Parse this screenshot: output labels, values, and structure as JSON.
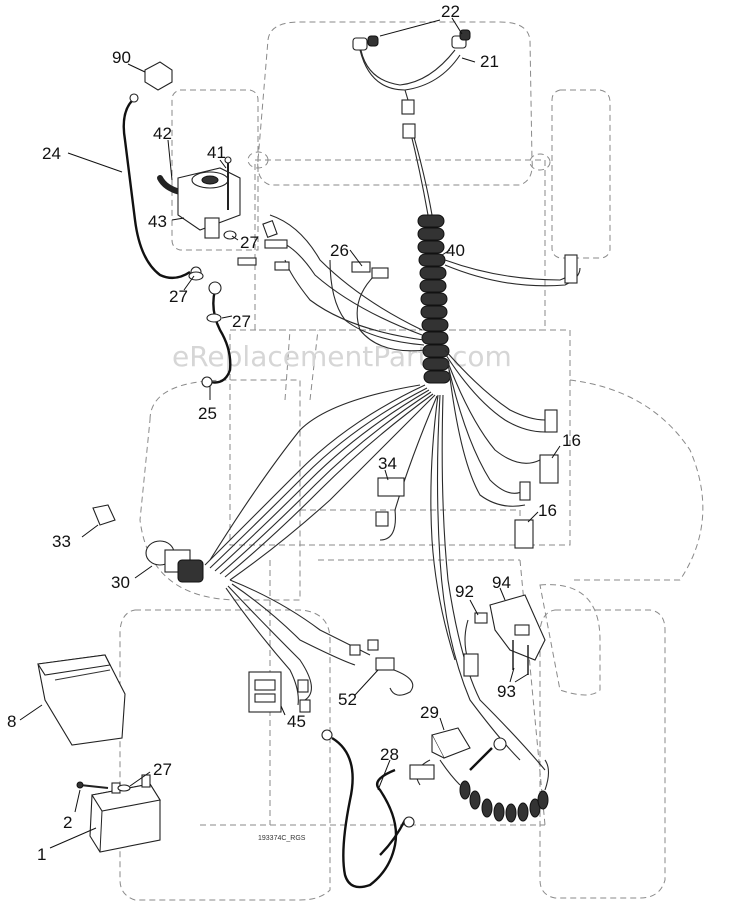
{
  "watermark": "eReplacementParts.com",
  "drawing_number": "193374C_RGS",
  "callouts": {
    "c1": "1",
    "c2": "2",
    "c8": "8",
    "c16a": "16",
    "c16b": "16",
    "c21": "21",
    "c22": "22",
    "c24": "24",
    "c25": "25",
    "c26": "26",
    "c27a": "27",
    "c27b": "27",
    "c27c": "27",
    "c27d": "27",
    "c28": "28",
    "c29": "29",
    "c30": "30",
    "c33": "33",
    "c34": "34",
    "c40": "40",
    "c41": "41",
    "c42": "42",
    "c43": "43",
    "c45": "45",
    "c52": "52",
    "c90": "90",
    "c92": "92",
    "c93": "93",
    "c94": "94"
  }
}
